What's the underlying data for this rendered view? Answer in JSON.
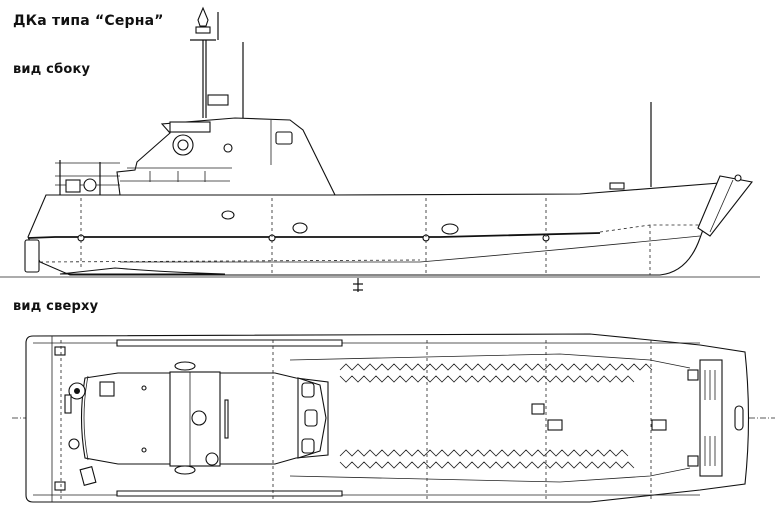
{
  "title": "ДКа типа “Серна”",
  "views": {
    "side": {
      "label": "вид сбоку"
    },
    "top": {
      "label": "вид сверху"
    }
  },
  "drawing": {
    "subject": "landing craft line drawing",
    "line_color": "#111111",
    "background": "#ffffff"
  }
}
